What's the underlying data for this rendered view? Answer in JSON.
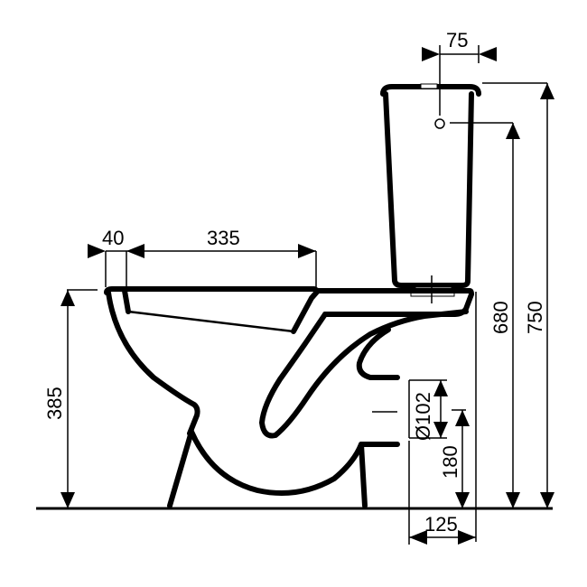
{
  "drawing": {
    "subject": "close-coupled toilet side elevation",
    "units": "mm",
    "stroke_color": "#000000",
    "background_color": "#ffffff"
  },
  "dimensions": {
    "flush_inlet_offset": "75",
    "rim_front": "40",
    "seat_bolt_spacing": "335",
    "rim_height": "385",
    "water_inlet_height": "680",
    "overall_height": "750",
    "outlet_diameter": "Ø102",
    "outlet_center_height": "180",
    "outlet_wall_distance": "125"
  }
}
